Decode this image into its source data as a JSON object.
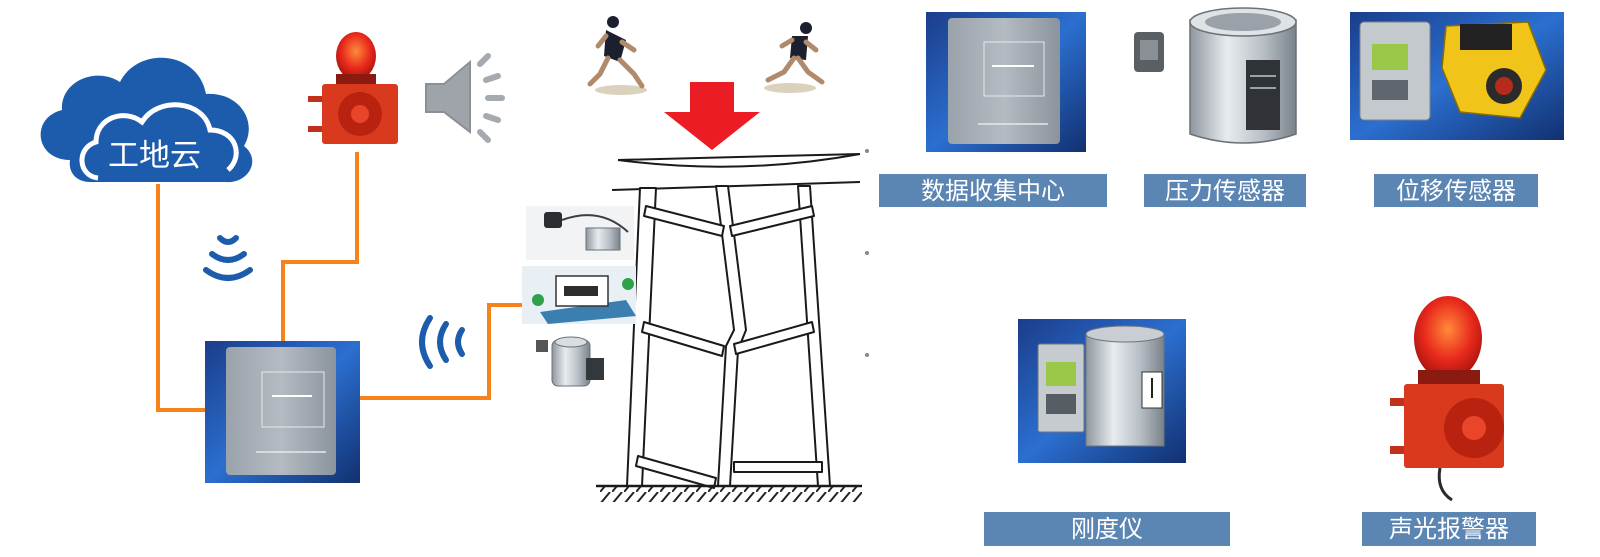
{
  "cloud": {
    "label": "工地云",
    "color": "#1d5cad"
  },
  "link_color": "#f7821b",
  "arrow_color": "#ec1c24",
  "panel_color": "#5b86b4",
  "labels": {
    "data_center": "数据收集中心",
    "pressure_sensor": "压力传感器",
    "displacement_sensor": "位移传感器",
    "stiffness_meter": "刚度仪",
    "alarm": "声光报警器"
  },
  "icons": {
    "cloud": "cloud-icon",
    "wireless": "wireless-signal-icon",
    "speaker": "speaker-icon",
    "alarm": "alarm-light-icon",
    "runner": "running-person-icon",
    "arrow": "down-arrow-icon"
  }
}
